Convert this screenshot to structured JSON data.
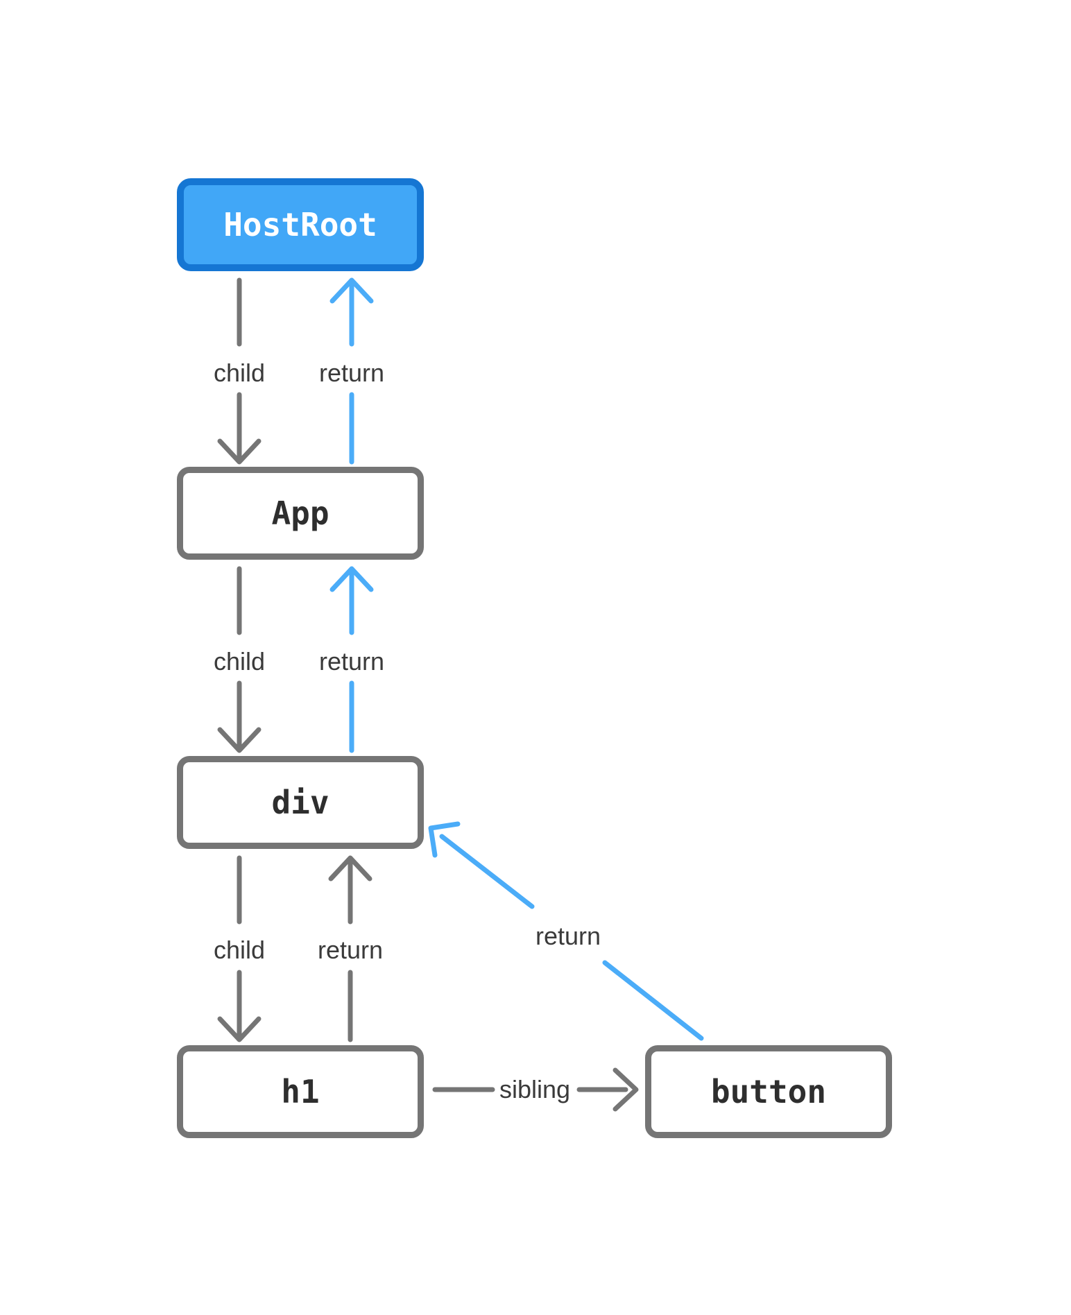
{
  "diagram": {
    "nodes": [
      {
        "id": "hostroot",
        "label": "HostRoot",
        "variant": "highlighted"
      },
      {
        "id": "app",
        "label": "App",
        "variant": "default"
      },
      {
        "id": "div",
        "label": "div",
        "variant": "default"
      },
      {
        "id": "h1",
        "label": "h1",
        "variant": "default"
      },
      {
        "id": "button",
        "label": "button",
        "variant": "default"
      }
    ],
    "edges": [
      {
        "from": "HostRoot",
        "to": "App",
        "label": "child",
        "color": "gray",
        "direction": "down"
      },
      {
        "from": "App",
        "to": "HostRoot",
        "label": "return",
        "color": "blue",
        "direction": "up"
      },
      {
        "from": "App",
        "to": "div",
        "label": "child",
        "color": "gray",
        "direction": "down"
      },
      {
        "from": "div",
        "to": "App",
        "label": "return",
        "color": "blue",
        "direction": "up"
      },
      {
        "from": "div",
        "to": "h1",
        "label": "child",
        "color": "gray",
        "direction": "down"
      },
      {
        "from": "h1",
        "to": "div",
        "label": "return",
        "color": "gray",
        "direction": "up"
      },
      {
        "from": "h1",
        "to": "button",
        "label": "sibling",
        "color": "gray",
        "direction": "right"
      },
      {
        "from": "button",
        "to": "div",
        "label": "return",
        "color": "blue",
        "direction": "diagonal-up-left"
      }
    ],
    "colors": {
      "accent_blue": "#4BACF8",
      "node_fill_blue": "#41A7F7",
      "node_border_blue": "#1576D3",
      "gray": "#757575",
      "label_text": "#3A3A3A",
      "node_text": "#2E2E2E",
      "background": "#FFFFFF"
    }
  }
}
